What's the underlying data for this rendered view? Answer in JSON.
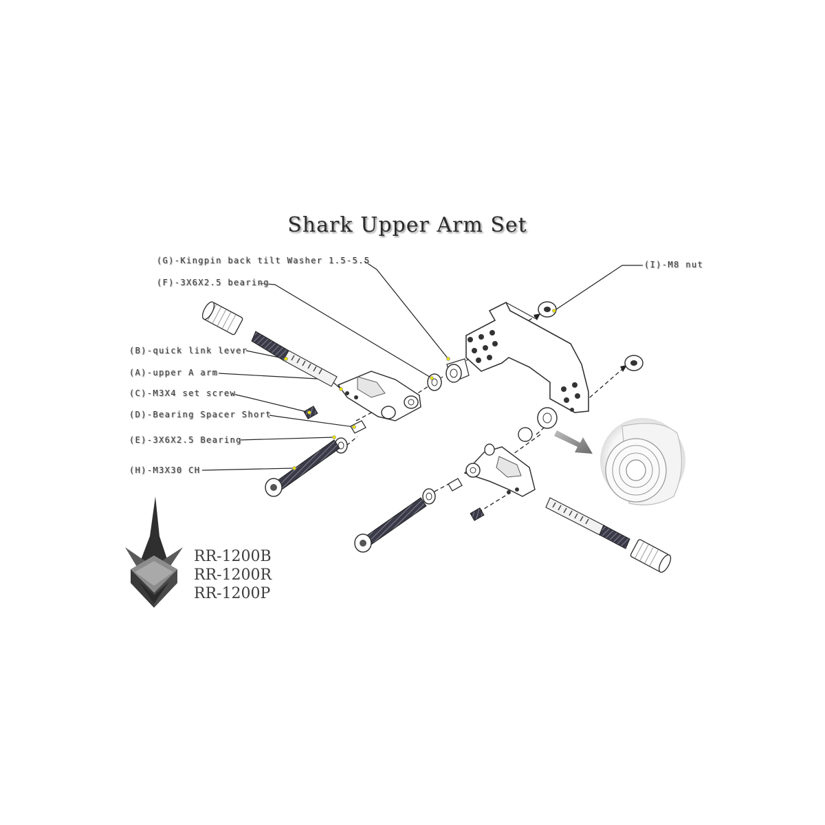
{
  "title": "Shark Upper Arm Set",
  "parts": {
    "G": "(G)-Kingpin back tilt Washer 1.5-5.5",
    "F": "(F)-3X6X2.5 bearing",
    "I": "(I)-M8 nut",
    "B": "(B)-quick link lever",
    "A": "(A)-upper A arm",
    "C": "(C)-M3X4 set screw",
    "D": "(D)-Bearing Spacer Short",
    "E": "(E)-3X6X2.5 Bearing",
    "H": "(H)-M3X30 CH"
  },
  "models": [
    "RR-1200B",
    "RR-1200R",
    "RR-1200P"
  ],
  "colors": {
    "line": "#222222",
    "accent": "#e8e000",
    "part_fill": "#ffffff",
    "part_stroke": "#333333",
    "thread": "#3a3a48",
    "logo_dark": "#2f2f2f",
    "logo_light": "#8c8c8c"
  }
}
